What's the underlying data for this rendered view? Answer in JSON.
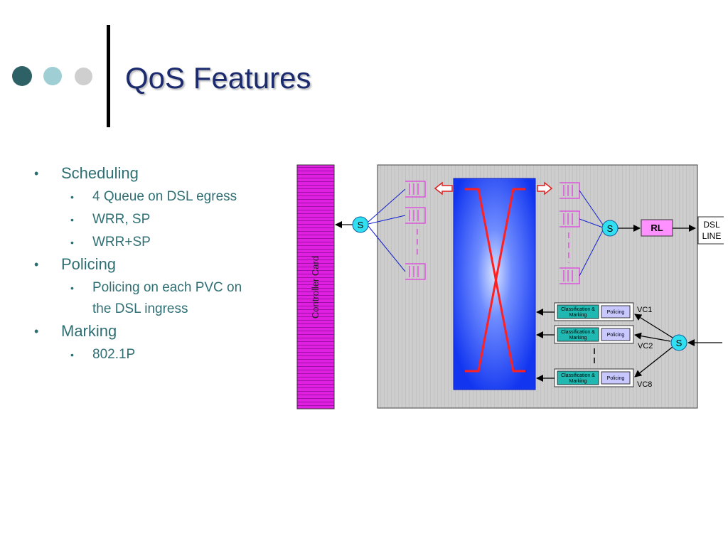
{
  "slide": {
    "title": "QoS Features"
  },
  "bullets": [
    {
      "text": "Scheduling",
      "subs": [
        "4 Queue on DSL egress",
        "WRR, SP",
        "WRR+SP"
      ]
    },
    {
      "text": "Policing",
      "subs": [
        "Policing on each PVC on the DSL ingress"
      ]
    },
    {
      "text": "Marking",
      "subs": [
        "802.1P"
      ]
    }
  ],
  "diagram": {
    "controller_card_label": "Controller Card",
    "scheduler_label": "S",
    "rate_limiter_label": "RL",
    "dsl_line_label_1": "DSL",
    "dsl_line_label_2": "LINE",
    "classification_label_1": "Classification &",
    "classification_label_2": "Marking",
    "policing_label": "Policing",
    "vc_labels": [
      "VC1",
      "VC2",
      "VC8"
    ]
  },
  "colors": {
    "title_text": "#1c2a6e",
    "bullet_text": "#2f6f73",
    "controller_card": "#e020e0",
    "switch_fabric": "#1a3cf0",
    "crossbar": "#ff2020",
    "queue_outline": "#e040e0",
    "scheduler_fill": "#30e0f0",
    "rate_limiter_fill": "#ff90ff",
    "classification_fill": "#20b8b0",
    "policing_fill": "#c8c8ff",
    "dots": [
      "#2e6165",
      "#9fcfd4",
      "#cfcfcf"
    ]
  }
}
